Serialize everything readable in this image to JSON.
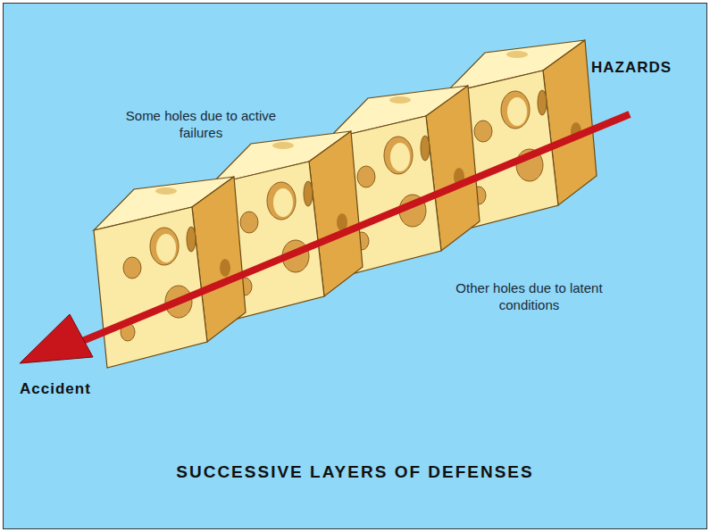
{
  "diagram": {
    "caption": "SUCCESSIVE LAYERS OF DEFENSES",
    "labels": [
      "Some holes due to active failures",
      "HAZARDS",
      "Other holes due to latent conditions",
      "Accident"
    ]
  }
}
